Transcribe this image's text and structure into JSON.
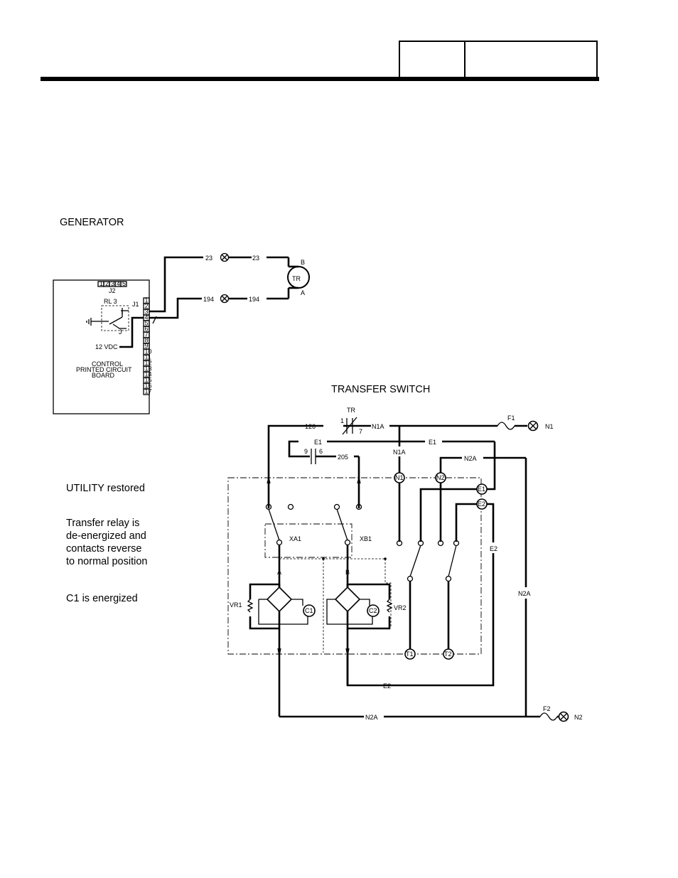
{
  "header": {
    "box_left": "",
    "box_right": ""
  },
  "generator": {
    "section_title": "GENERATOR",
    "board_caption": [
      "CONTROL",
      "PRINTED CIRCUIT",
      "BOARD"
    ],
    "j2_label": "J2",
    "j2_pins": [
      "1",
      "2",
      "3",
      "4",
      "5"
    ],
    "j1_label": "J1",
    "j1_pins": [
      "1",
      "2",
      "3",
      "4",
      "5",
      "6",
      "7",
      "8",
      "9",
      "10",
      "11",
      "12",
      "13",
      "14",
      "15",
      "16",
      "17"
    ],
    "relay_label": "RL 3",
    "supply_label": "12 VDC",
    "tr_label": "TR",
    "tr_terminals": [
      "B",
      "A"
    ],
    "wires": [
      "23",
      "23",
      "194",
      "194"
    ]
  },
  "transfer_switch": {
    "section_title": "TRANSFER SWITCH",
    "wire_labels": {
      "w126": "126",
      "tr": "TR",
      "c1": "1",
      "c7": "7",
      "n1a_top": "N1A",
      "f1": "F1",
      "n1": "N1",
      "e1_left": "E1",
      "e1_right": "E1",
      "c9": "9",
      "c6": "6",
      "w205": "205",
      "n1a_mid": "N1A",
      "n2a_top": "N2A",
      "xa1": "XA1",
      "xb1": "XB1",
      "a": "A",
      "b": "B",
      "vr1": "VR1",
      "vr2": "VR2",
      "e2_right": "E2",
      "n2a_right": "N2A",
      "e2_bottom": "E2",
      "n2a_bottom": "N2A",
      "f2": "F2",
      "n2": "N2"
    },
    "terminals": [
      "N1",
      "N2",
      "E1",
      "E2",
      "C1",
      "C2",
      "T1",
      "T2"
    ]
  },
  "notes": {
    "utility": "UTILITY restored",
    "relay": [
      "Transfer relay is",
      "de-energized and",
      "contacts reverse",
      "to normal position"
    ],
    "c1": "C1 is energized"
  }
}
